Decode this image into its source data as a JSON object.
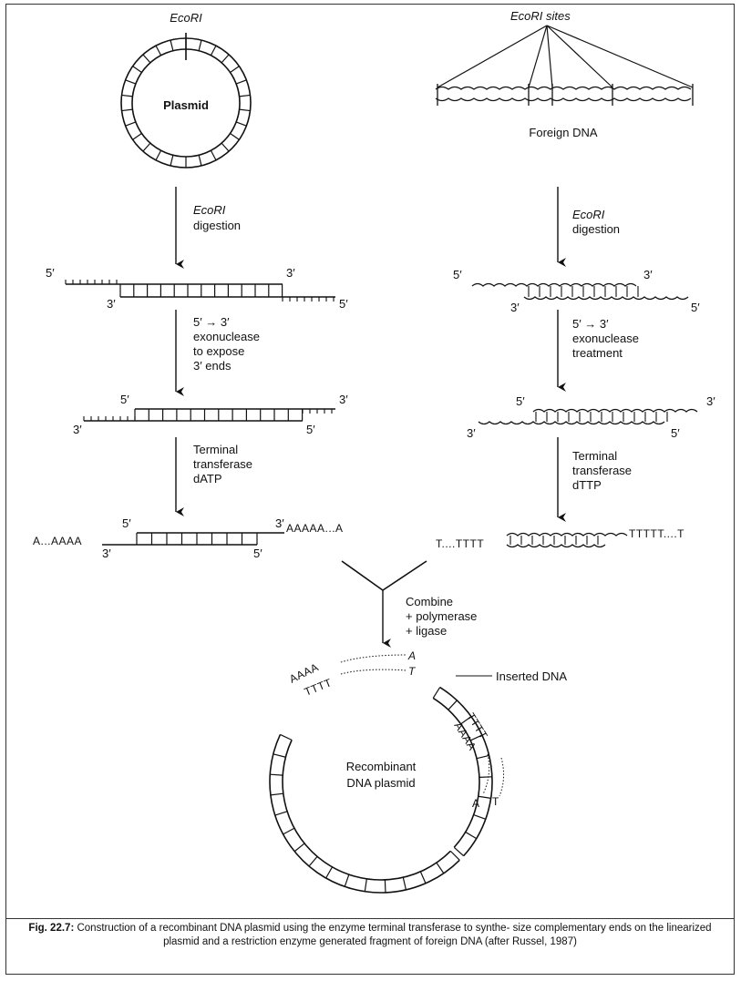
{
  "left": {
    "site_label": "EcoRI",
    "plasmid_label": "Plasmid",
    "step1": {
      "enzyme": "EcoRI",
      "action": "digestion"
    },
    "step2": {
      "line1": "5′ → 3′",
      "line2": "exonuclease",
      "line3": "to expose",
      "line4": "3′ ends"
    },
    "step3": {
      "line1": "Terminal",
      "line2": "transferase",
      "line3": "dATP"
    },
    "tail_left": "A...AAAA",
    "tail_right": "AAAAA...A"
  },
  "right": {
    "site_label": "EcoRI sites",
    "dna_label": "Foreign DNA",
    "step1": {
      "enzyme": "EcoRI",
      "action": "digestion"
    },
    "step2": {
      "line1": "5′ → 3′",
      "line2": "exonuclease",
      "line3": "treatment"
    },
    "step3": {
      "line1": "Terminal",
      "line2": "transferase",
      "line3": "dTTP"
    },
    "tail_left": "T....TTTT",
    "tail_right": "TTTTT....T"
  },
  "primes": {
    "five": "5′",
    "three": "3′"
  },
  "combine": {
    "line1": "Combine",
    "line2": "+ polymerase",
    "line3": "+ ligase"
  },
  "recombinant": {
    "label_line1": "Recombinant",
    "label_line2": "DNA plasmid",
    "inserted_label": "Inserted DNA",
    "aaaa": "AAAA",
    "tttt": "TTTT",
    "a": "A",
    "t": "T"
  },
  "caption": {
    "fig": "Fig. 22.7:",
    "text": "Construction of a recombinant DNA plasmid using the enzyme terminal transferase to synthe- size complementary ends on the linearized plasmid and a restriction enzyme generated fragment of foreign DNA (after Russel, 1987)"
  },
  "colors": {
    "ink": "#111111",
    "background": "#ffffff",
    "frame": "#333333"
  }
}
